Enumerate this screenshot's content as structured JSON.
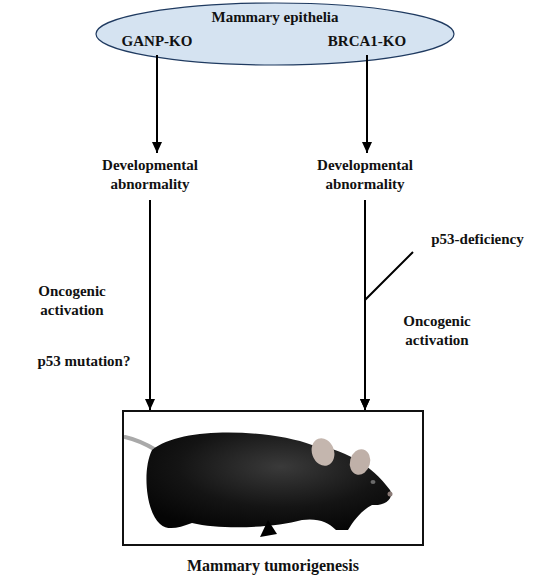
{
  "diagram": {
    "nodes": [
      {
        "text": [
          "Mammary epithelia"
        ]
      },
      {
        "text": [
          "GANP-KO"
        ],
        "in": 0
      },
      {
        "text": [
          "BRCA1-KO"
        ],
        "in": 0
      },
      {
        "text": [
          "Developmental abnormality"
        ]
      },
      {
        "text": [
          "Developmental abnormality"
        ]
      },
      {
        "text": [
          "p53-deficiency"
        ]
      },
      {
        "text": [
          "Mammary tumorigenesis"
        ]
      }
    ],
    "edges": [
      {
        "from": 1,
        "to": 3,
        "arrow": "to"
      },
      {
        "from": 2,
        "to": 4,
        "arrow": "to"
      },
      {
        "from": 3,
        "to": 6,
        "arrow": "to"
      },
      {
        "from": 4,
        "to": 6,
        "arrow": "to"
      },
      {
        "from": 5,
        "to": 6,
        "arrow": "to"
      }
    ],
    "labels": [
      "Oncogenic activation",
      "Oncogenic activation",
      "p53 mutation?"
    ]
  }
}
